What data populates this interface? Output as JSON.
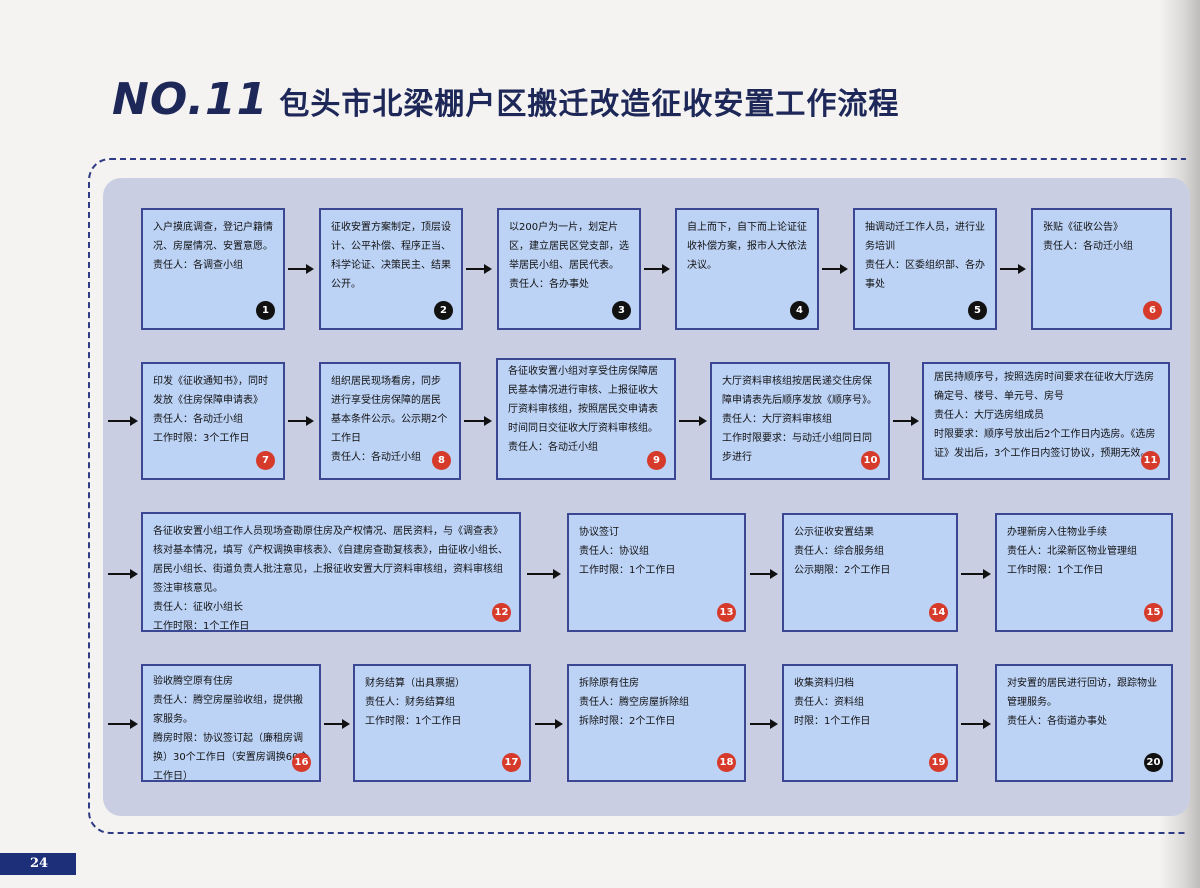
{
  "title": {
    "no": "NO.11",
    "text": "包头市北梁棚户区搬迁改造征收安置工作流程"
  },
  "page_number": "24",
  "colors": {
    "box_fill": "#bdd3f6",
    "box_border": "#3b4793",
    "badge_red": "#d63a2b",
    "badge_dark": "#111111",
    "panel": "#c9cee3"
  },
  "steps": [
    {
      "num": "1",
      "text": "入户摸底调查，登记户籍情况、房屋情况、安置意愿。\n责任人：各调查小组"
    },
    {
      "num": "2",
      "text": "征收安置方案制定，顶层设计、公平补偿、程序正当、科学论证、决策民主、结果公开。"
    },
    {
      "num": "3",
      "text": "以200户为一片，划定片区，建立居民区党支部，选举居民小组、居民代表。\n责任人：各办事处"
    },
    {
      "num": "4",
      "text": "自上而下，自下而上论证征收补偿方案，报市人大依法决议。"
    },
    {
      "num": "5",
      "text": "抽调动迁工作人员，进行业务培训\n责任人：区委组织部、各办事处"
    },
    {
      "num": "6",
      "text": "张贴《征收公告》\n责任人：各动迁小组"
    },
    {
      "num": "7",
      "text": "印发《征收通知书》，同时发放《住房保障申请表》\n责任人：各动迁小组\n工作时限：3个工作日"
    },
    {
      "num": "8",
      "text": "组织居民现场看房，同步进行享受住房保障的居民基本条件公示。公示期2个工作日\n责任人：各动迁小组"
    },
    {
      "num": "9",
      "text": "各征收安置小组对享受住房保障居民基本情况进行审核、上报征收大厅资料审核组，按照居民交申请表时间同日交征收大厅资料审核组。\n责任人：各动迁小组"
    },
    {
      "num": "10",
      "text": "大厅资料审核组按居民递交住房保障申请表先后顺序发放《顺序号》。\n责任人：大厅资料审核组\n工作时限要求：与动迁小组同日同步进行"
    },
    {
      "num": "11",
      "text": "居民持顺序号，按照选房时间要求在征收大厅选房确定号、楼号、单元号、房号\n责任人：大厅选房组成员\n时限要求：顺序号放出后2个工作日内选房。《选房证》发出后，3个工作日内签订协议，预期无效。"
    },
    {
      "num": "12",
      "text": "各征收安置小组工作人员现场查勘原住房及产权情况、居民资料，与《调查表》核对基本情况，填写《产权调换审核表》、《自建房查勘复核表》，由征收小组长、居民小组长、街道负责人批注意见，上报征收安置大厅资料审核组，资料审核组签注审核意见。\n责任人：征收小组长\n工作时限：1个工作日"
    },
    {
      "num": "13",
      "text": "协议签订\n责任人：协议组\n工作时限：1个工作日"
    },
    {
      "num": "14",
      "text": "公示征收安置结果\n责任人：综合服务组\n公示期限：2个工作日"
    },
    {
      "num": "15",
      "text": "办理新房入住物业手续\n责任人：北梁新区物业管理组\n工作时限：1个工作日"
    },
    {
      "num": "16",
      "text": "验收腾空原有住房\n责任人：腾空房屋验收组，提供搬家服务。\n腾房时限：协议签订起（廉租房调换）30个工作日（安置房调换60个工作日）"
    },
    {
      "num": "17",
      "text": "财务结算（出具票据）\n责任人：财务结算组\n工作时限：1个工作日"
    },
    {
      "num": "18",
      "text": "拆除原有住房\n责任人：腾空房屋拆除组\n拆除时限：2个工作日"
    },
    {
      "num": "19",
      "text": "收集资料归档\n责任人：资料组\n时限：1个工作日"
    },
    {
      "num": "20",
      "text": "对安置的居民进行回访，跟踪物业管理服务。\n责任人：各街道办事处"
    }
  ]
}
